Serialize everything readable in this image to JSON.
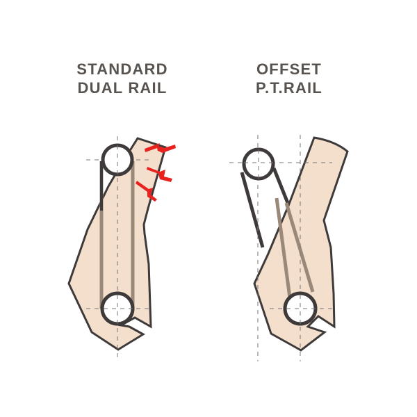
{
  "diagram": {
    "left": {
      "title_line1": "STANDARD",
      "title_line2": "DUAL RAIL"
    },
    "right": {
      "title_line1": "OFFSET",
      "title_line2": "P.T.RAIL"
    }
  },
  "colors": {
    "skin": "#f3dfcc",
    "outline": "#3e3a3a",
    "rail_shadow": "#9a8878",
    "pain": "#e8231f",
    "guide": "#7a7574",
    "title": "#58534f"
  }
}
